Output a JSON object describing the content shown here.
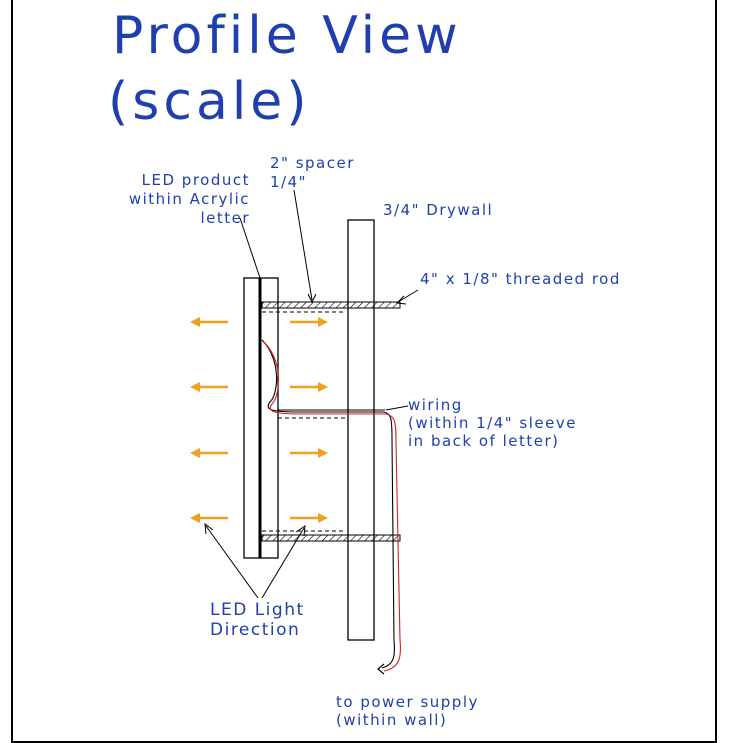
{
  "title": {
    "line1": "Profile View",
    "line2": "(scale)"
  },
  "labels": {
    "led_product_1": "LED product",
    "led_product_2": "within Acrylic",
    "led_product_3": "letter",
    "spacer_1": "2\" spacer",
    "spacer_2": "1/4\"",
    "drywall": "3/4\" Drywall",
    "rod": "4\" x 1/8\" threaded rod",
    "wiring_1": "wiring",
    "wiring_2": "(within 1/4\" sleeve",
    "wiring_3": "in back of letter)",
    "light_dir_1": "LED Light",
    "light_dir_2": "Direction",
    "power_1": "to power supply",
    "power_2": "(within wall)"
  },
  "colors": {
    "ink": "#1f3fae",
    "arrow": "#f0a020",
    "wire": "#d42020",
    "line": "#000000"
  }
}
